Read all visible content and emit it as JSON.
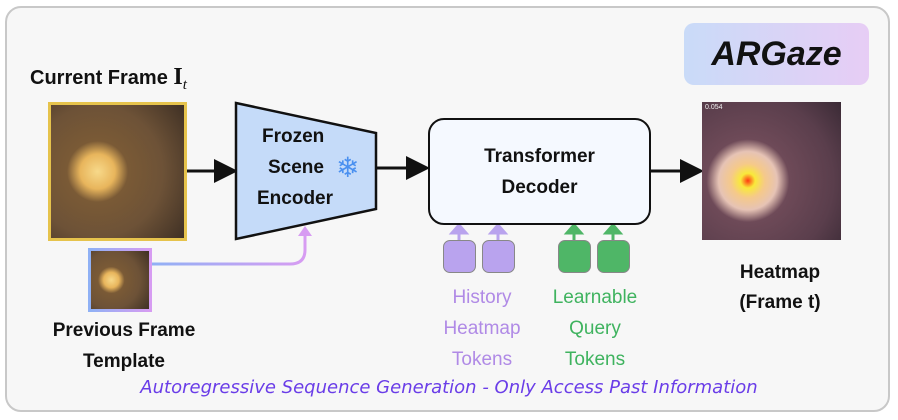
{
  "brand": "ARGaze",
  "current_frame": {
    "label": "Current Frame",
    "symbol": "I",
    "subscript": "t"
  },
  "encoder": {
    "line1": "Frozen",
    "line2": "Scene",
    "line3": "Encoder",
    "icon": "snowflake-icon"
  },
  "decoder": {
    "line1": "Transformer",
    "line2": "Decoder"
  },
  "heatmap": {
    "value_overlay": "0.054",
    "line1": "Heatmap",
    "line2": "(Frame t)"
  },
  "previous_frame": {
    "line1": "Previous Frame",
    "line2": "Template"
  },
  "history_tokens": {
    "line1": "History",
    "line2": "Heatmap",
    "line3": "Tokens",
    "color": "#b9a3ee"
  },
  "query_tokens": {
    "line1": "Learnable",
    "line2": "Query",
    "line3": "Tokens",
    "color": "#4fb667"
  },
  "footer": "Autoregressive Sequence Generation - Only Access Past Information"
}
